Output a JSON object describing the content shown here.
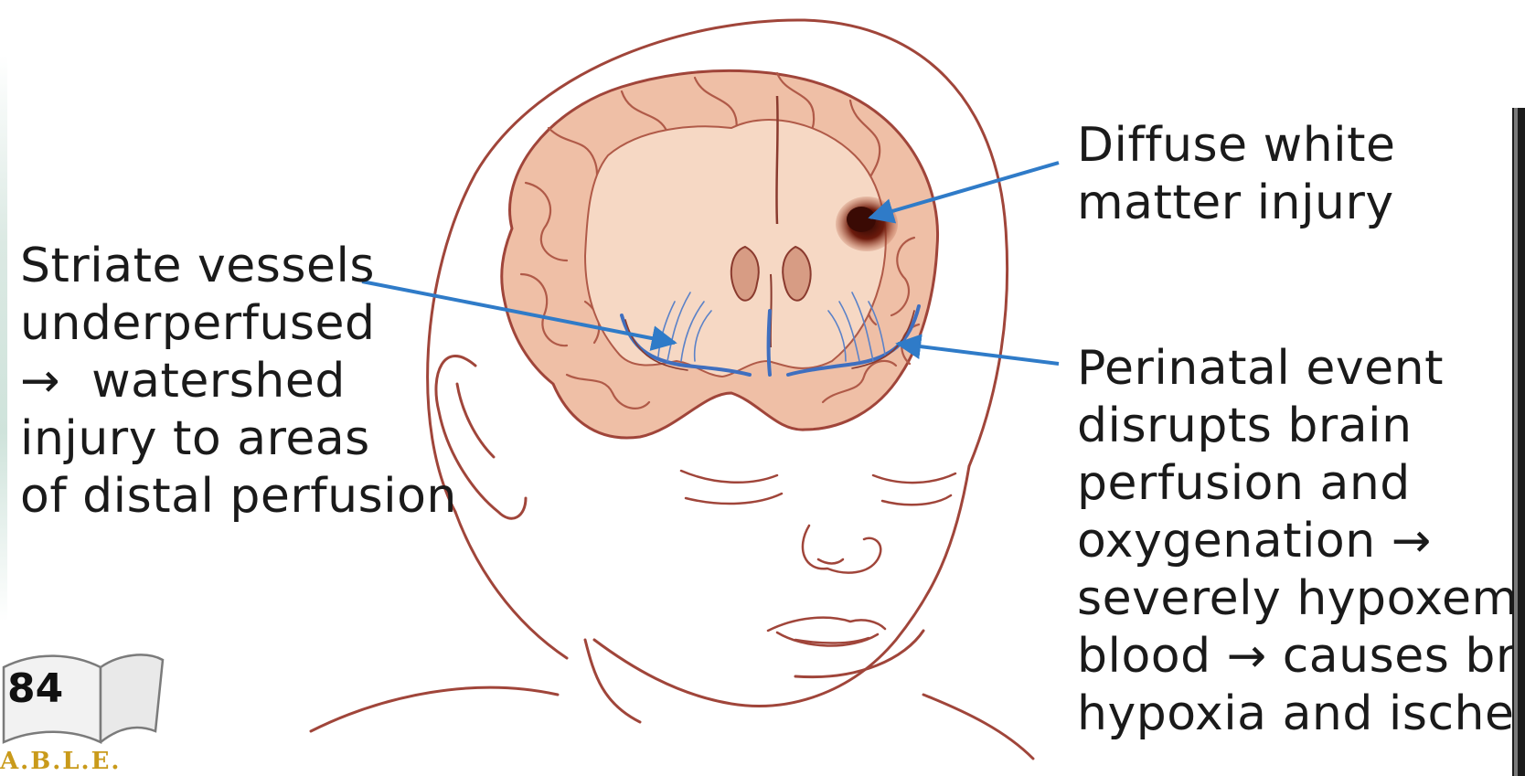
{
  "labels": {
    "left": "Striate vessels\nunderperfused\n→  watershed\ninjury to areas\nof distal perfusion",
    "top_right": "Diffuse white\nmatter injury",
    "bottom_right": "Perinatal event\ndisrupts brain\nperfusion and\noxygenation →\nseverely hypoxemi\nblood → causes br\nhypoxia and ischer"
  },
  "slide_number": "84",
  "logo_text": "A.B.L.E.",
  "colors": {
    "outline": "#a0453a",
    "brain_fill": "#efbfa6",
    "brain_inner": "#f6d8c4",
    "vessel": "#3f6fbf",
    "arrow": "#2f7bc8",
    "lesion": "#5a1208"
  },
  "icons": [
    "book-logo-icon"
  ]
}
